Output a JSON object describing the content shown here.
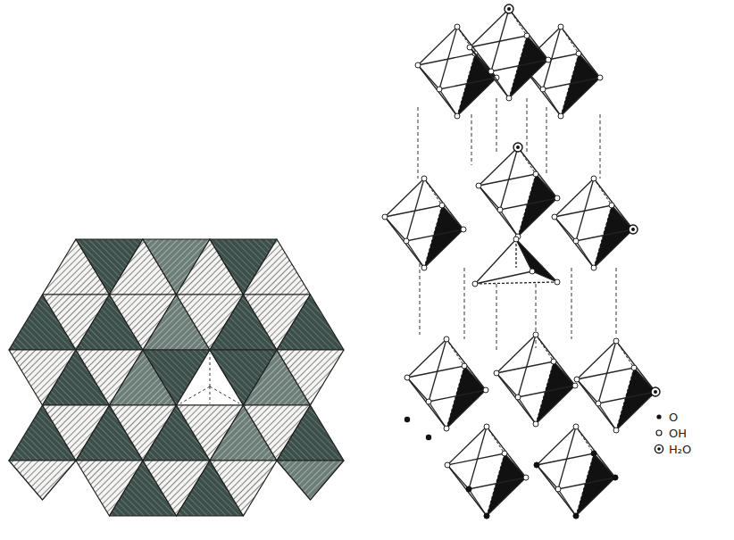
{
  "diagram": {
    "legend": [
      {
        "text": "O"
      },
      {
        "text": "OH"
      },
      {
        "text": "H₂O"
      }
    ]
  }
}
